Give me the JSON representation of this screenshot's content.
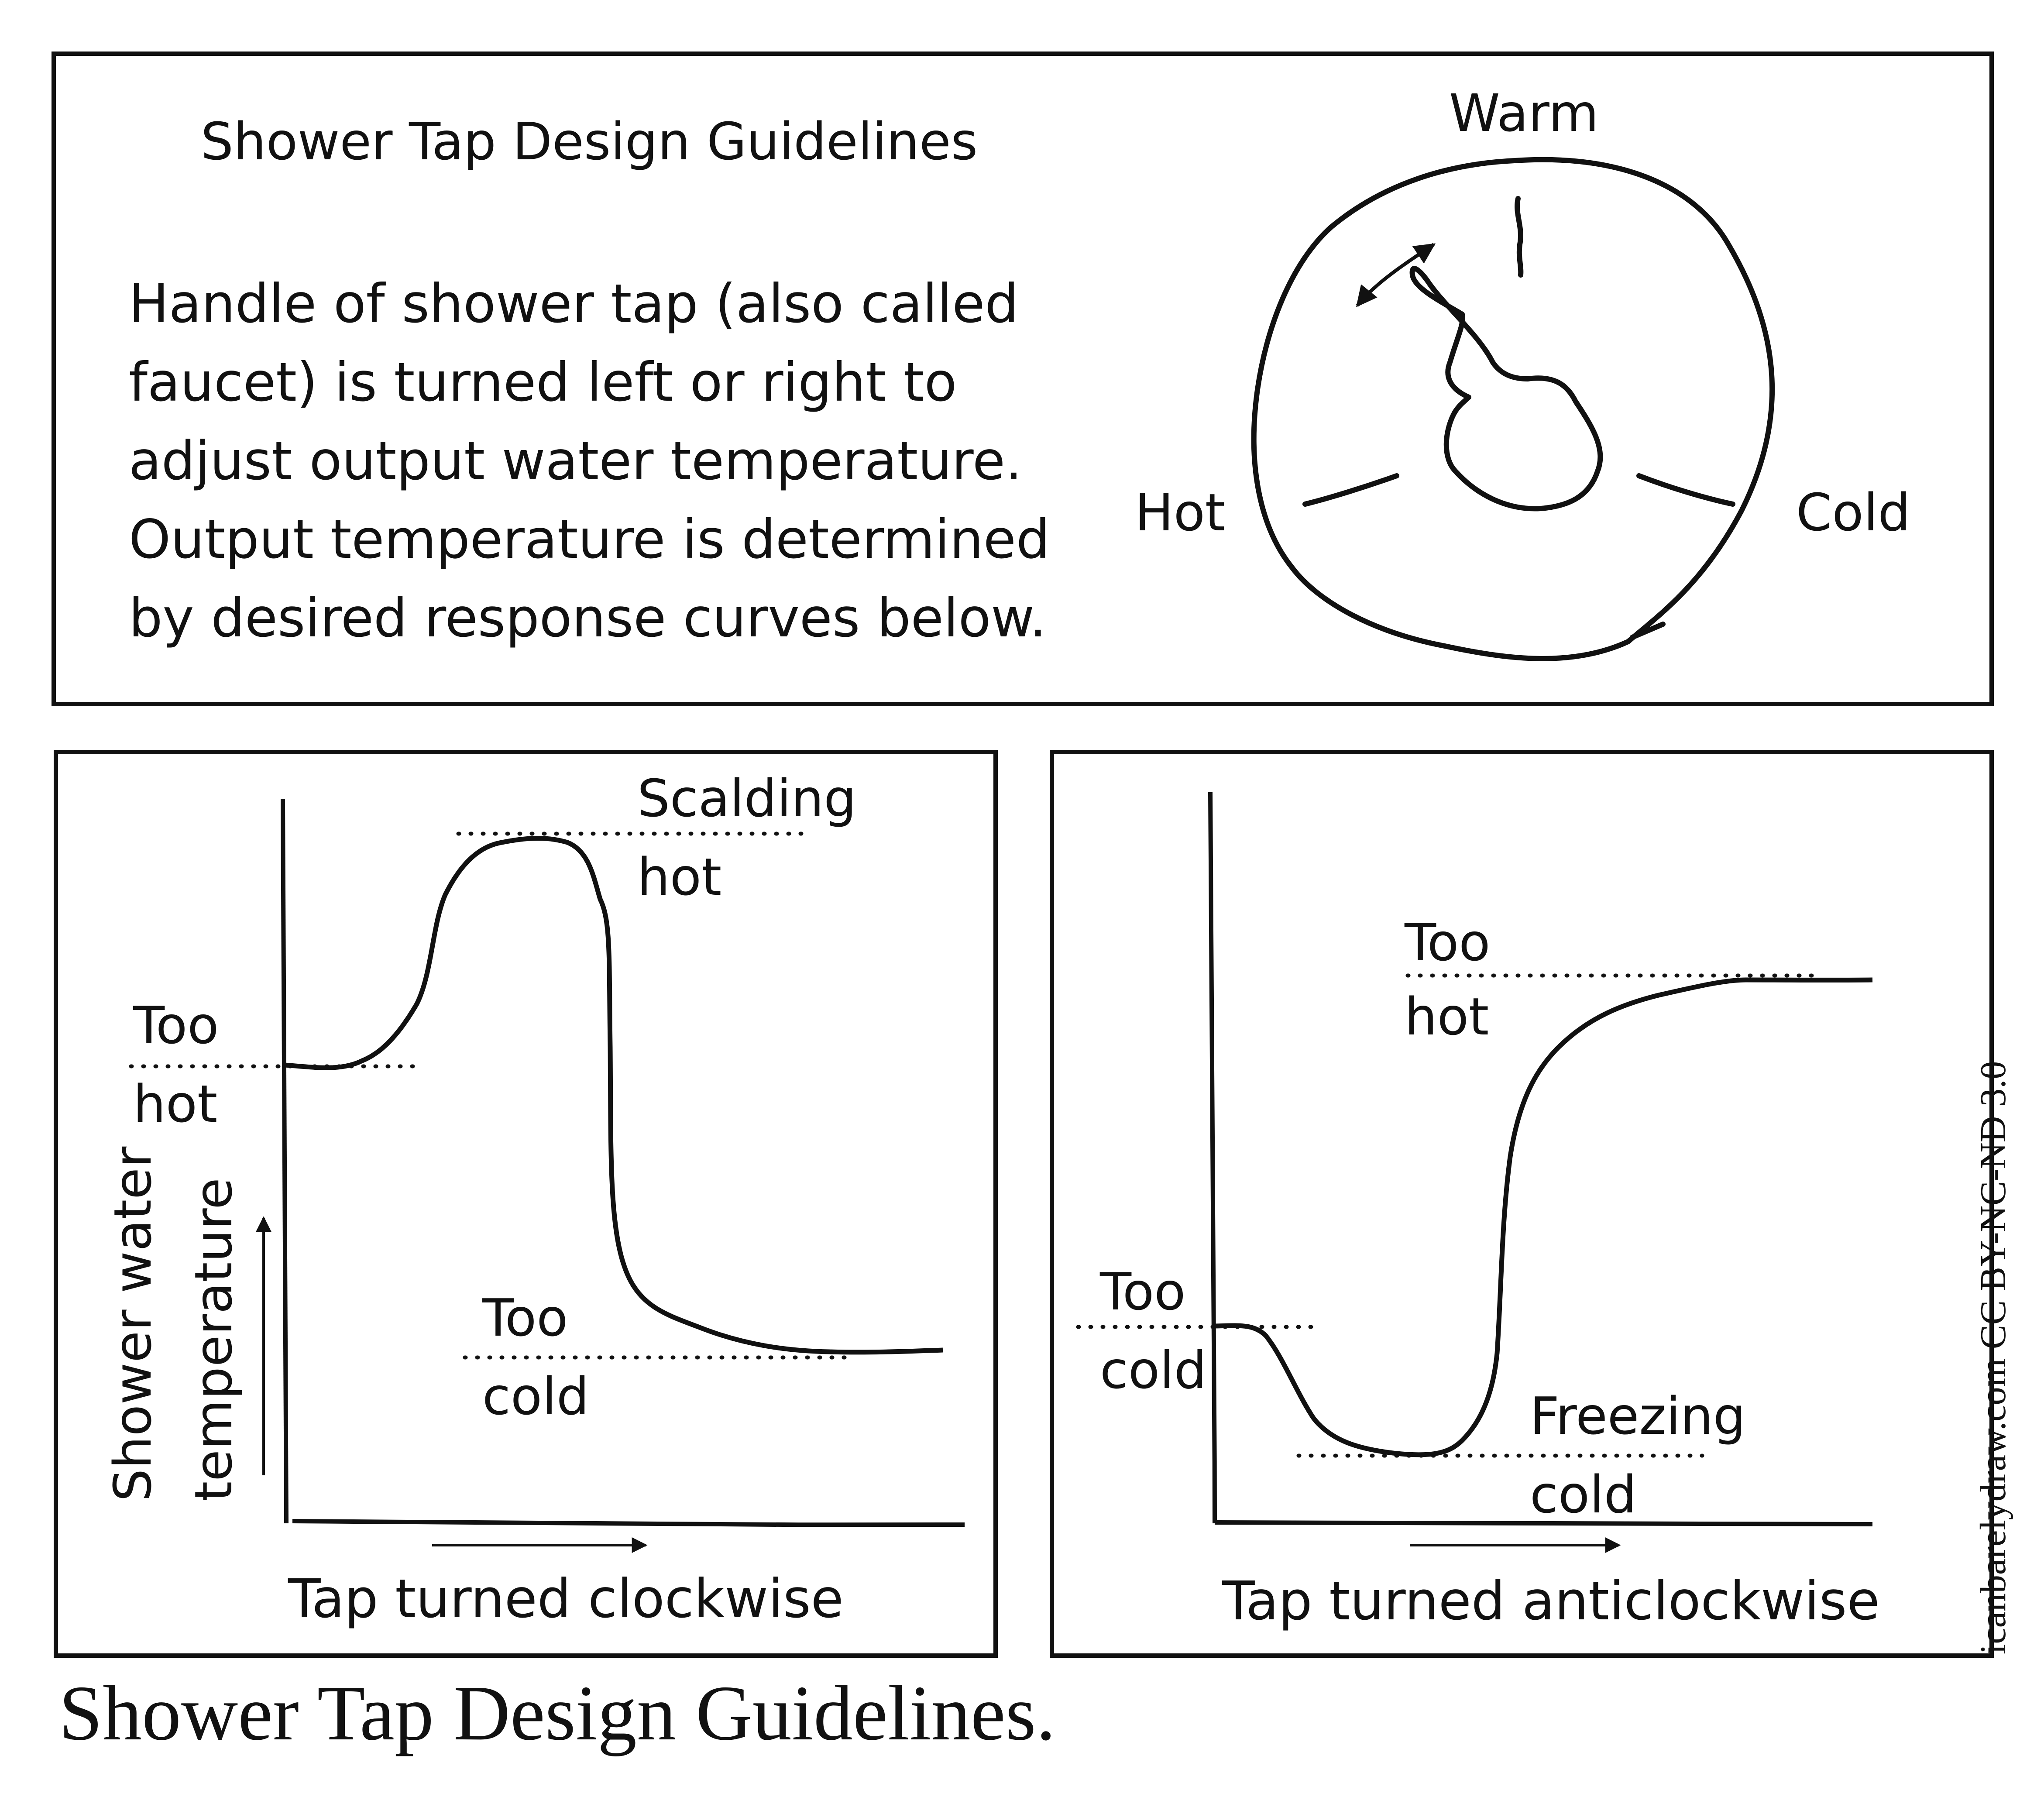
{
  "header": {
    "title": "Shower Tap Design Guidelines",
    "description_lines": [
      "Handle of shower tap (also called",
      "faucet) is turned left or right to",
      "adjust output water temperature.",
      "Output temperature is determined",
      "by desired response curves below."
    ]
  },
  "tap": {
    "labels": {
      "warm": "Warm",
      "hot": "Hot",
      "cold": "Cold"
    },
    "icons": [
      "tap-dial-icon",
      "tap-handle-icon",
      "double-arrow-icon"
    ]
  },
  "charts": {
    "left": {
      "ylabel_lines": [
        "Shower water",
        "temperature"
      ],
      "xlabel": "Tap turned clockwise",
      "annotations": {
        "too_hot": [
          "Too",
          "hot"
        ],
        "scalding_hot": [
          "Scalding",
          "hot"
        ],
        "too_cold": [
          "Too",
          "cold"
        ]
      }
    },
    "right": {
      "xlabel": "Tap turned anticlockwise",
      "annotations": {
        "too_hot": [
          "Too",
          "hot"
        ],
        "too_cold": [
          "Too",
          "cold"
        ],
        "freezing_cold": [
          "Freezing",
          "cold"
        ]
      }
    }
  },
  "caption": "Shower Tap Design Guidelines.",
  "credit": "icanbarelydraw.com  CC BY-NC-ND 3.0",
  "colors": {
    "ink": "#111111",
    "paper": "#ffffff"
  }
}
